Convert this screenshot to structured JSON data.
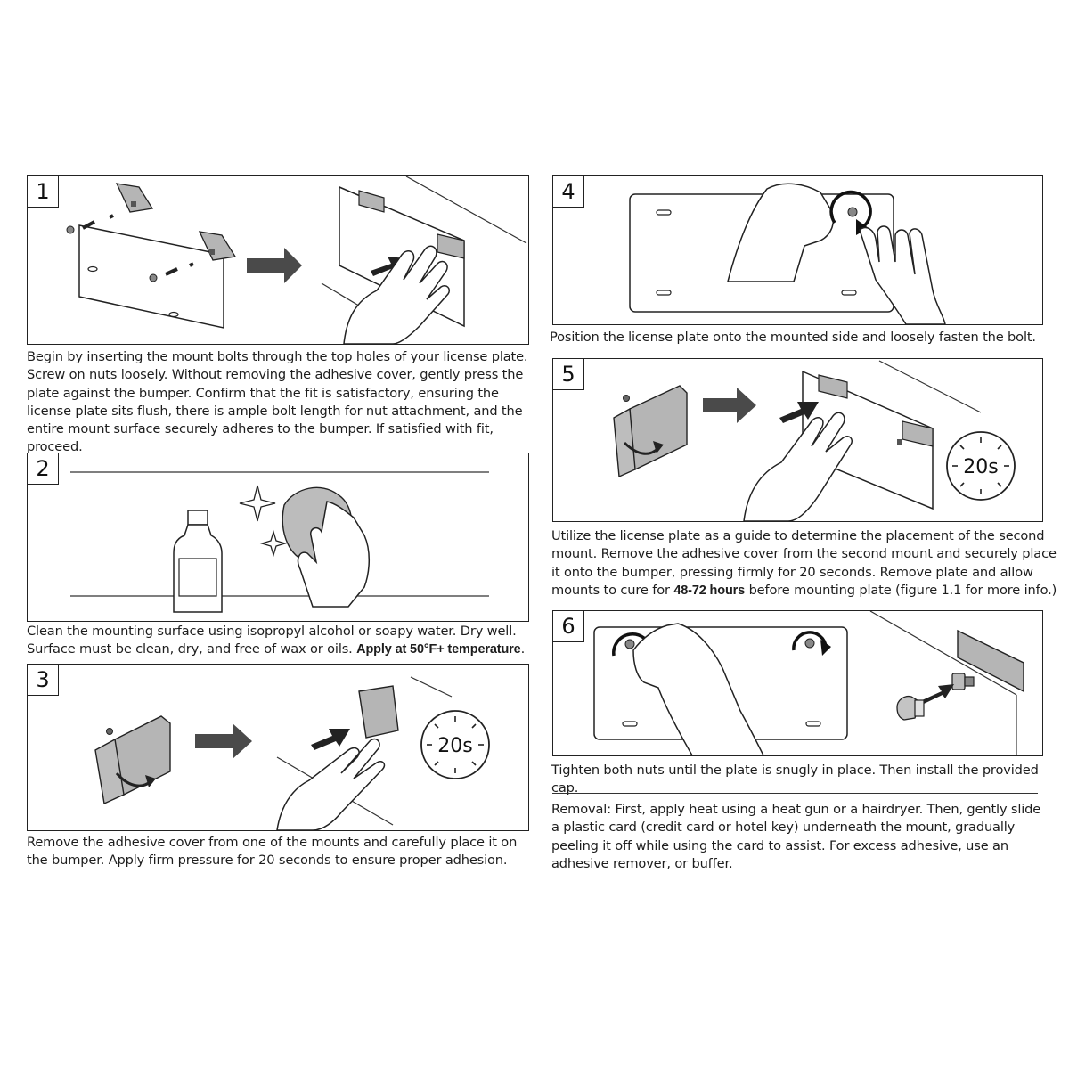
{
  "steps": [
    {
      "number": "1",
      "caption": "Begin by inserting the mount bolts through the top holes of your license plate. Screw on nuts loosely. Without removing the adhesive cover, gently press the plate against the bumper. Confirm that the fit is satisfactory, ensuring the license plate sits flush, there is ample bolt length for nut attachment, and the entire mount surface securely adheres to the bumper. If satisfied with fit, proceed."
    },
    {
      "number": "2",
      "caption_text": "Clean the mounting surface using isopropyl alcohol or soapy water. Dry well. Surface must be clean, dry, and free of wax or oils. ",
      "caption_bold": "Apply at 50°F+ temperature",
      "caption_end": "."
    },
    {
      "number": "3",
      "caption": "Remove the adhesive cover from one of the mounts and carefully place it on the bumper. Apply firm pressure for 20 seconds to ensure proper adhesion.",
      "timer": "20s"
    },
    {
      "number": "4",
      "caption": "Position the license plate onto the mounted side and loosely fasten the bolt."
    },
    {
      "number": "5",
      "caption_text": "Utilize the license plate as a guide to determine the placement of the second mount. Remove the adhesive cover from the second mount and securely place it onto the bumper, pressing firmly for 20 seconds. Remove plate and allow mounts to cure for ",
      "caption_bold": "48-72 hours",
      "caption_end": " before mounting plate (figure 1.1 for more info.)",
      "timer": "20s"
    },
    {
      "number": "6",
      "caption": "Tighten both nuts until the plate is snugly in place. Then install the provided cap."
    }
  ],
  "removal": {
    "text": "Removal: First, apply heat using a heat gun or a hairdryer. Then, gently slide a plastic card (credit card or hotel key) underneath the mount, gradually peeling it off while using the card to assist. For excess adhesive, use an adhesive remover, or buffer."
  },
  "colors": {
    "line": "#222222",
    "mount_fill": "#b5b5b5",
    "arrow_fill": "#4a4a4a"
  },
  "icons": [
    "license-plate",
    "mount-bracket",
    "bolt",
    "nut",
    "hand",
    "arrow-right",
    "bottle",
    "cloth",
    "sparkle",
    "timer",
    "rotate-arrow",
    "cap"
  ]
}
